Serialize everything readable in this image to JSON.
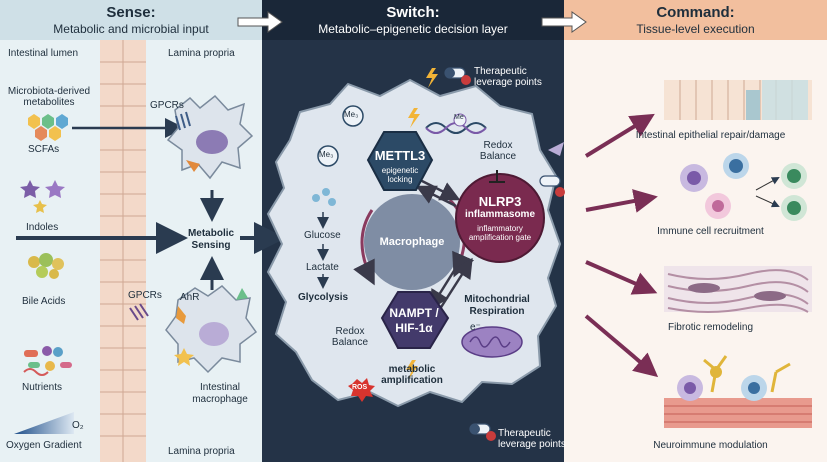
{
  "sense": {
    "title": "Sense:",
    "subtitle": "Metabolic and microbial input",
    "intestinal_lumen": "Intestinal lumen",
    "lamina_propria_top": "Lamina propria",
    "lamina_propria_bottom": "Lamina propria",
    "microbiota_label": "Microbiota-derived metabolites",
    "scfas": "SCFAs",
    "indoles": "Indoles",
    "bile_acids": "Bile Acids",
    "nutrients": "Nutrients",
    "oxygen_gradient": "Oxygen Gradient",
    "o2": "O₂",
    "gpcrs_top": "GPCRs",
    "gpcrs_bottom": "GPCRs",
    "ahr": "AhR",
    "metabolic_sensing": "Metabolic Sensing",
    "intestinal_macrophage": "Intestinal macrophage"
  },
  "switch": {
    "title": "Switch:",
    "subtitle": "Metabolic–epigenetic decision layer",
    "therapeutic_top": "Therapeutic leverage points",
    "therapeutic_bottom": "Therapeutic leverage points",
    "me3_a": "Me₃",
    "me3_b": "Me₃",
    "me_dna": "Me",
    "mettl3": "METTL3",
    "mettl3_sub": "epigenetic locking",
    "redox_top": "Redox Balance",
    "nlrp3": "NLRP3",
    "nlrp3_line2": "inflammasome",
    "nlrp3_sub": "inflammatory amplification gate",
    "macrophage": "Macrophage",
    "glucose": "Glucose",
    "lactate": "Lactate",
    "glycolysis": "Glycolysis",
    "nampt": "NAMPT /",
    "hif": "HIF-1α",
    "metabolic_amp": "metabolic amplification",
    "mito": "Mitochondrial Respiration",
    "redox_bottom": "Redox Balance",
    "ros": "ROS",
    "e_minus": "e⁻"
  },
  "command": {
    "title": "Command:",
    "subtitle": "Tissue-level execution",
    "outcomes": [
      "Intestinal epithelial repair/damage",
      "Immune cell recruitment",
      "Fibrotic remodeling",
      "Neuroimmune modulation"
    ]
  },
  "colors": {
    "mettl3": "#2c4a66",
    "nlrp3": "#7a2a4f",
    "nampt": "#433a6b",
    "arrow_command": "#7a2e55"
  }
}
